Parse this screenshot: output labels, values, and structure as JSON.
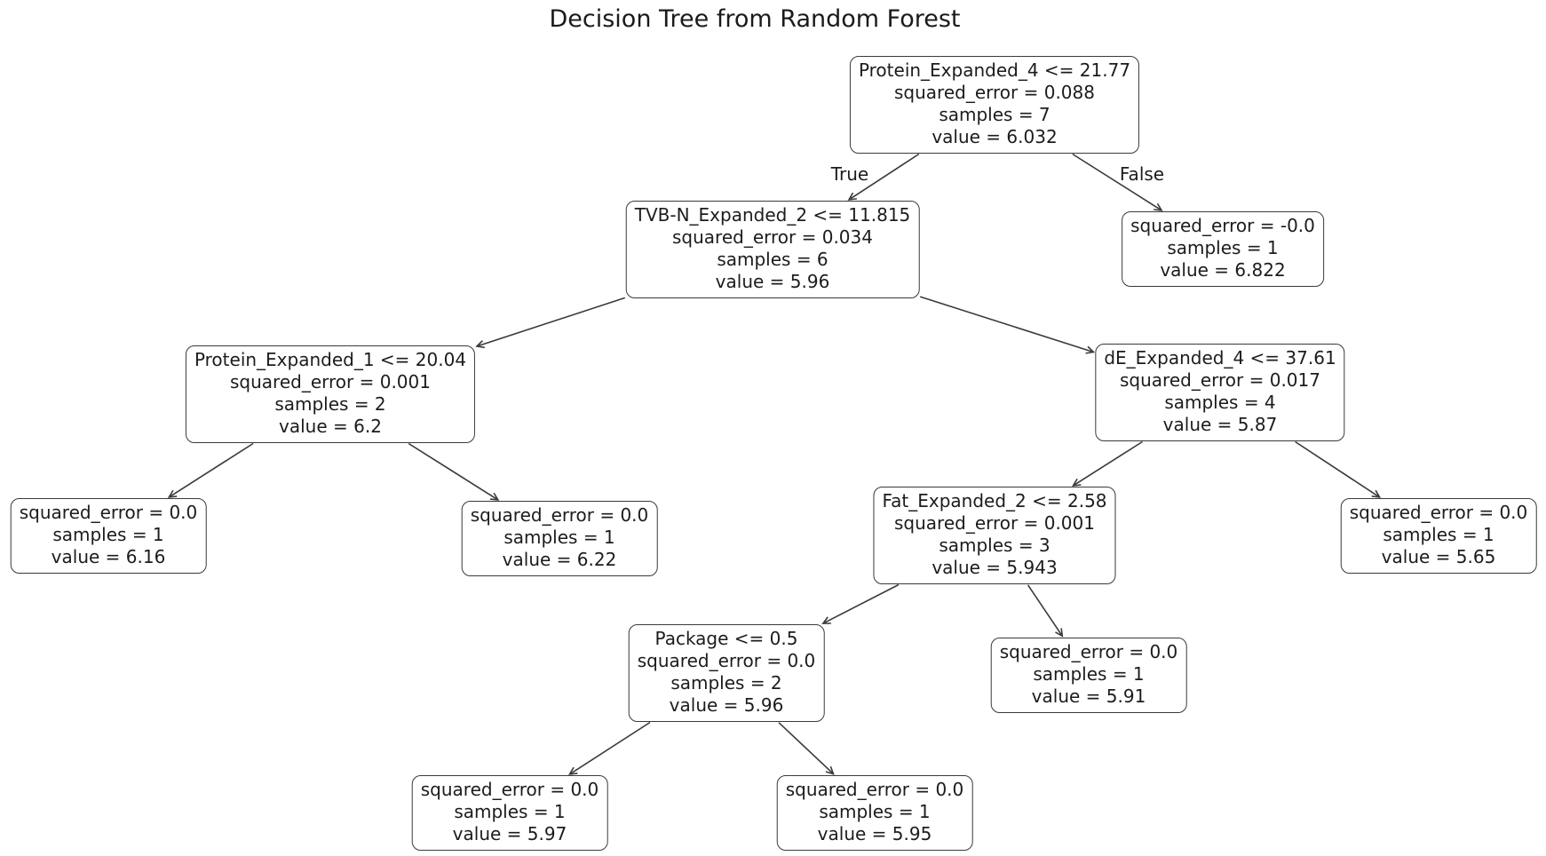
{
  "title": "Decision Tree from Random Forest",
  "edge_labels": {
    "true": "True",
    "false": "False"
  },
  "colors": {
    "background": "#ffffff",
    "box_border": "#3a3a3a",
    "arrow": "#3a3a3a",
    "text": "#1c1c1c"
  },
  "nodes": {
    "root": {
      "lines": [
        "Protein_Expanded_4 <= 21.77",
        "squared_error = 0.088",
        "samples = 7",
        "value = 6.032"
      ]
    },
    "tvb": {
      "lines": [
        "TVB-N_Expanded_2 <= 11.815",
        "squared_error = 0.034",
        "samples = 6",
        "value = 5.96"
      ]
    },
    "leaf_false_root": {
      "lines": [
        "squared_error = -0.0",
        "samples = 1",
        "value = 6.822"
      ]
    },
    "protein1": {
      "lines": [
        "Protein_Expanded_1 <= 20.04",
        "squared_error = 0.001",
        "samples = 2",
        "value = 6.2"
      ]
    },
    "de4": {
      "lines": [
        "dE_Expanded_4 <= 37.61",
        "squared_error = 0.017",
        "samples = 4",
        "value = 5.87"
      ]
    },
    "leaf_616": {
      "lines": [
        "squared_error = 0.0",
        "samples = 1",
        "value = 6.16"
      ]
    },
    "leaf_622": {
      "lines": [
        "squared_error = 0.0",
        "samples = 1",
        "value = 6.22"
      ]
    },
    "fat2": {
      "lines": [
        "Fat_Expanded_2 <= 2.58",
        "squared_error = 0.001",
        "samples = 3",
        "value = 5.943"
      ]
    },
    "leaf_565": {
      "lines": [
        "squared_error = 0.0",
        "samples = 1",
        "value = 5.65"
      ]
    },
    "package": {
      "lines": [
        "Package <= 0.5",
        "squared_error = 0.0",
        "samples = 2",
        "value = 5.96"
      ]
    },
    "leaf_591": {
      "lines": [
        "squared_error = 0.0",
        "samples = 1",
        "value = 5.91"
      ]
    },
    "leaf_597": {
      "lines": [
        "squared_error = 0.0",
        "samples = 1",
        "value = 5.97"
      ]
    },
    "leaf_595": {
      "lines": [
        "squared_error = 0.0",
        "samples = 1",
        "value = 5.95"
      ]
    }
  },
  "edges": [
    {
      "from": "root",
      "to": "tvb",
      "label": "True"
    },
    {
      "from": "root",
      "to": "leaf_false_root",
      "label": "False"
    },
    {
      "from": "tvb",
      "to": "protein1"
    },
    {
      "from": "tvb",
      "to": "de4"
    },
    {
      "from": "protein1",
      "to": "leaf_616"
    },
    {
      "from": "protein1",
      "to": "leaf_622"
    },
    {
      "from": "de4",
      "to": "fat2"
    },
    {
      "from": "de4",
      "to": "leaf_565"
    },
    {
      "from": "fat2",
      "to": "package"
    },
    {
      "from": "fat2",
      "to": "leaf_591"
    },
    {
      "from": "package",
      "to": "leaf_597"
    },
    {
      "from": "package",
      "to": "leaf_595"
    }
  ]
}
